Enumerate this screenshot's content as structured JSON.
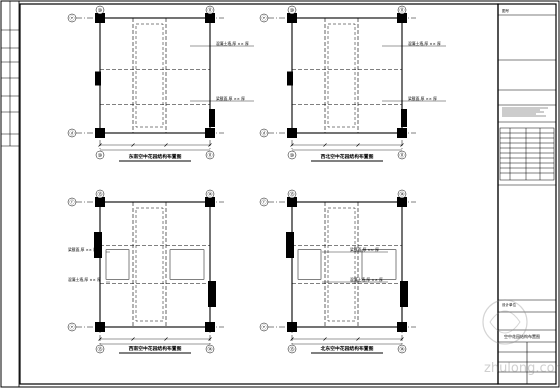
{
  "sheet": {
    "title_block": {
      "top_label": "图号",
      "drawing_title": "空中花园结构布置图",
      "company_label": "设计单位"
    }
  },
  "plans": [
    {
      "id": "p1",
      "title": "东南空中花园结构布置图",
      "notes": [
        "混凝土墙,厚 ×× 厚",
        "梁截面,厚 ×× 厚"
      ],
      "axes_top": [
        "⑩",
        "⑪"
      ],
      "axes_bottom": [
        "⑩",
        "⑪"
      ],
      "axes_side": [
        "ⓔ",
        "ⓓ"
      ]
    },
    {
      "id": "p2",
      "title": "西北空中花园结构布置图",
      "notes": [
        "混凝土墙,厚 ×× 厚",
        "梁截面,厚 ×× 厚"
      ],
      "axes_top": [
        "⑩",
        "⑪"
      ],
      "axes_bottom": [
        "⑩",
        "⑪"
      ],
      "axes_side": [
        "ⓔ",
        "ⓓ"
      ]
    },
    {
      "id": "p3",
      "title": "西南空中花园结构布置图",
      "notes": [
        "梁截面,厚 ×× 厚",
        "混凝土墙,厚 ×× 厚"
      ],
      "axes_top": [
        "⑬",
        "⑭"
      ],
      "axes_bottom": [
        "⑬",
        "⑭"
      ],
      "axes_side": [
        "ⓕ",
        "ⓔ"
      ]
    },
    {
      "id": "p4",
      "title": "北东空中花园结构布置图",
      "notes": [
        "梁截面,厚 ×× 厚",
        "混凝土墙,厚 ×× 厚"
      ],
      "axes_top": [
        "⑬",
        "⑭"
      ],
      "axes_bottom": [
        "⑬",
        "⑭"
      ],
      "axes_side": [
        "ⓕ",
        "ⓔ"
      ]
    }
  ],
  "watermark": {
    "site": "zhulong.com"
  }
}
